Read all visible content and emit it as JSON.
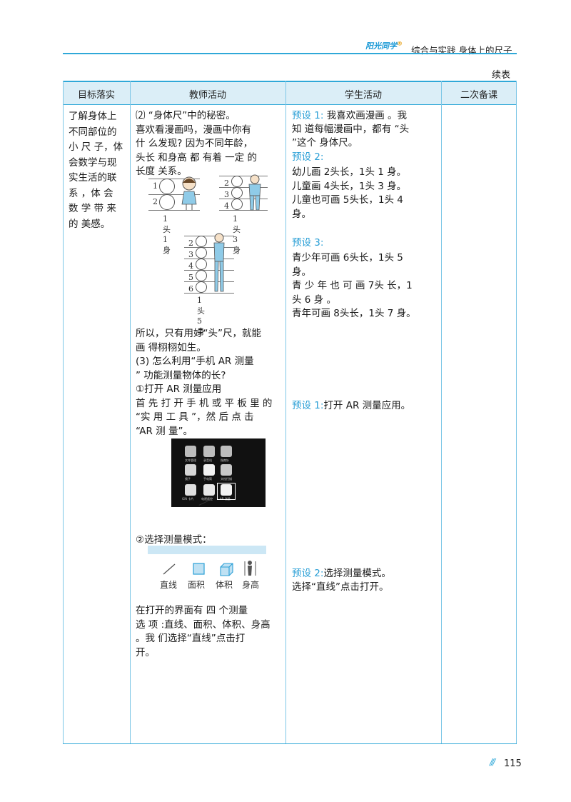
{
  "header": {
    "brand": "阳光同学",
    "section_title": "综合与实践  身体上的尺子",
    "continued": "续表"
  },
  "table": {
    "columns": [
      "目标落实",
      "教师活动",
      "学生活动",
      "二次备课"
    ]
  },
  "goal": {
    "lines": [
      "了解身体上",
      "不同部位的",
      "小 尺 子，体",
      "会数学与现",
      "实生活的联",
      "系 ，体 会",
      "数 学 带 来",
      "的 美感。"
    ]
  },
  "teacher": {
    "p1": [
      "⑵ “身体尺”中的秘密。",
      "喜欢看漫画吗，漫画中你有",
      "什 么发现?  因为不同年龄，",
      "头长 和身高 都 有着 一定 的",
      "长度  关系。"
    ],
    "fig1_caption": "1头1身",
    "fig2_caption": "1头3身",
    "fig3_caption": "1头5身",
    "p2": [
      "所以，只有用好“头”尺，就能",
      "画 得栩栩如生。",
      "(3)  怎么利用“手机 AR 测量",
      "”  功能测量物体的长?",
      "①打开  AR 测量应用",
      "首 先 打 开 手 机 或 平 板 里 的",
      "“实 用 工 具 ”，然 后 点 击",
      "“AR  测 量”。"
    ],
    "phone_apps": [
      "文件管理",
      "录音机",
      "指南针",
      "镜子",
      "手电筒",
      "文档扫描",
      "Gift 卡片",
      "电视遥控",
      "AR 测量"
    ],
    "p3": "②选择测量模式：",
    "modes": [
      "直线",
      "面积",
      "体积",
      "身高"
    ],
    "p4": [
      "在打开的界面有  四  个测量",
      "选 项 :直线、面积、体积、身高",
      "。我  们选择“直线”点击打",
      "开。"
    ]
  },
  "student": {
    "s1_label": "预设 1:",
    "s1_lines": [
      "我喜欢画漫画 。我",
      "知  道每幅漫画中，都有  “头",
      "”这个 身体尺。"
    ],
    "s2_label": "预设 2:",
    "s2_lines": [
      "幼儿画 2头长，1头 1 身。",
      "儿童画 4头长，1头 3 身。",
      "儿童也可画 5头长，1头 4",
      "身。"
    ],
    "s3_label": "预设 3:",
    "s3_lines": [
      "青少年可画 6头长，1头 5",
      "身。",
      "青 少 年 也 可 画  7头 长，1",
      "头 6 身 。",
      "青年可画 8头长，1头 7 身。"
    ],
    "a1_label": "预设 1:",
    "a1_text": "打开  AR 测量应用。",
    "a2_label": "预设 2:",
    "a2_text": "选择测量模式。",
    "a2_line2": "选择“直线”点击打开。"
  },
  "footer": {
    "slashes": "///",
    "page": "115"
  },
  "colors": {
    "accent": "#2fa8d8",
    "header_fill": "#dbeef7",
    "preset_blue": "#2a9fd6"
  }
}
